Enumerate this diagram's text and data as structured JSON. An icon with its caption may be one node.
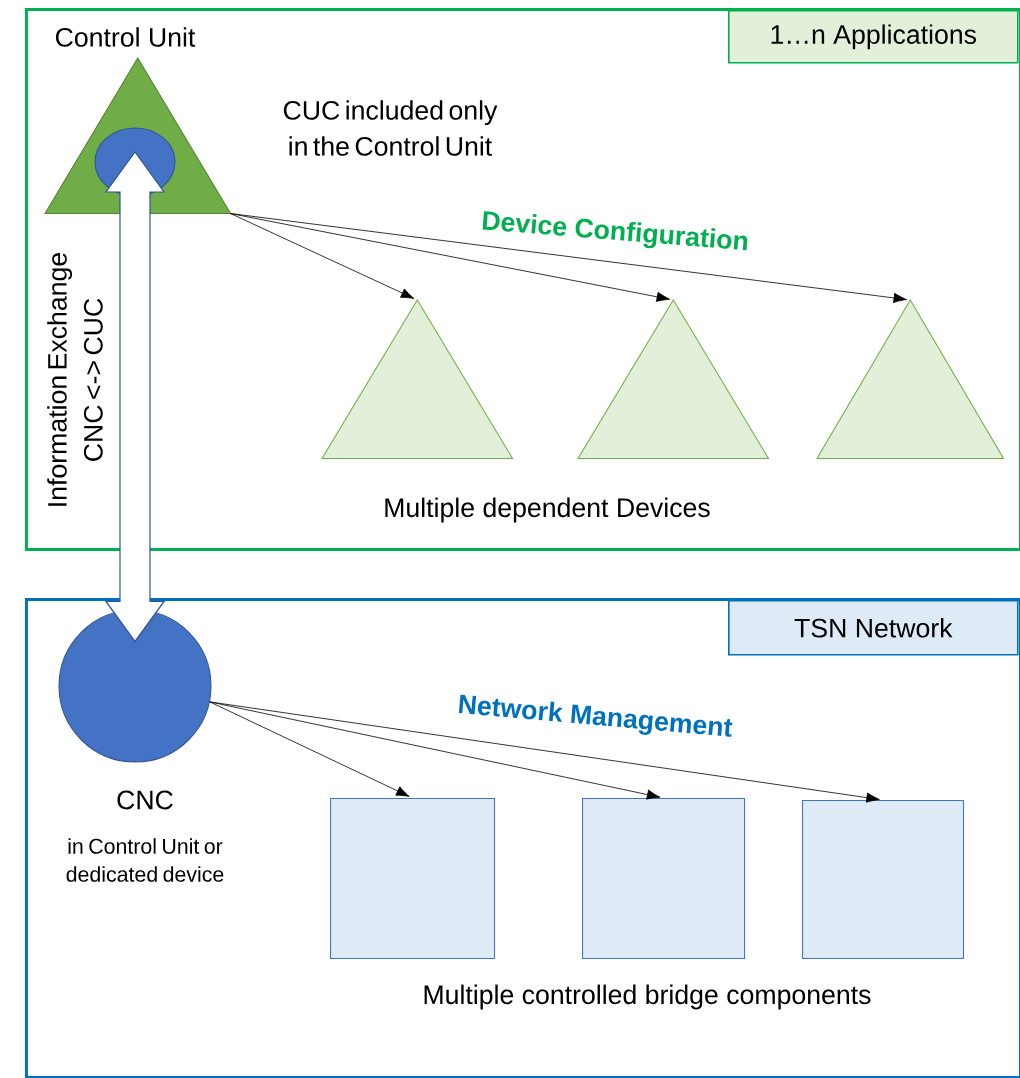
{
  "diagram": {
    "nodes": [
      {
        "text": [
          "1…n Applications"
        ]
      },
      {
        "text": [
          "Control Unit"
        ],
        "in": 0
      },
      {
        "text": [],
        "shape": "circle",
        "in": 1
      },
      {
        "text": [],
        "shape": "triangle",
        "in": 0
      },
      {
        "text": [],
        "shape": "triangle",
        "in": 0
      },
      {
        "text": [],
        "shape": "triangle",
        "in": 0
      },
      {
        "text": [
          "TSN Network"
        ]
      },
      {
        "text": [
          "CNC",
          "in Control Unit or dedicated device"
        ],
        "in": 6
      },
      {
        "text": [],
        "shape": "box",
        "in": 6
      },
      {
        "text": [],
        "shape": "box",
        "in": 6
      },
      {
        "text": [],
        "shape": "box",
        "in": 6
      }
    ],
    "edges": [
      {
        "from": 1,
        "to": 3,
        "arrow": "to"
      },
      {
        "from": 1,
        "to": 4,
        "arrow": "to"
      },
      {
        "from": 1,
        "to": 5,
        "arrow": "to"
      },
      {
        "from": 7,
        "to": 8,
        "arrow": "to"
      },
      {
        "from": 7,
        "to": 9,
        "arrow": "to"
      },
      {
        "from": 7,
        "to": 10,
        "arrow": "to"
      },
      {
        "from": 2,
        "to": 7,
        "arrow": "both",
        "style": "thick",
        "color": "#2f5597",
        "label": "Information Exchange CNC <-> CUC"
      }
    ],
    "labels": [
      "CUC included only in the Control Unit",
      "Device Configuration",
      "Multiple dependent Devices",
      "Network Management",
      "Multiple controlled bridge components"
    ]
  }
}
